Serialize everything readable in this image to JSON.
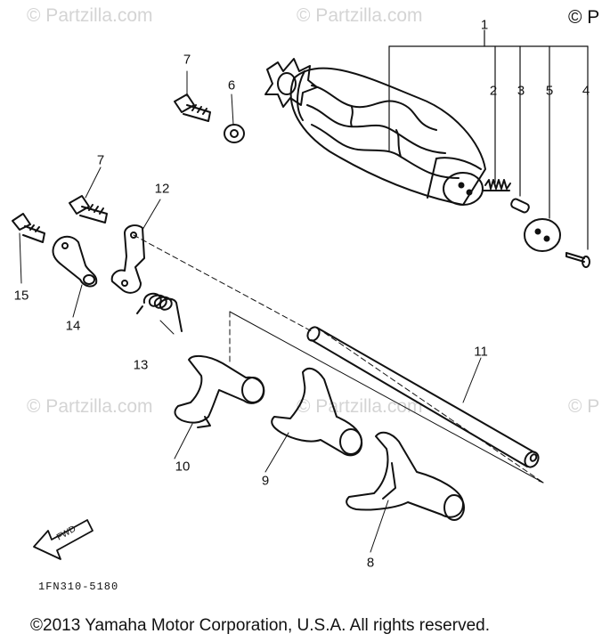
{
  "watermarks": {
    "w1": "© Partzilla.com",
    "w2": "© Partzilla.com",
    "w3": "© P",
    "w4": "© Partzilla.com",
    "w5": "© Partzilla.com",
    "w6": "© P"
  },
  "callouts": {
    "p1": "1",
    "p2": "2",
    "p3": "3",
    "p4": "4",
    "p5": "5",
    "p6": "6",
    "p7a": "7",
    "p7b": "7",
    "p8": "8",
    "p9": "9",
    "p10": "10",
    "p11": "11",
    "p12": "12",
    "p13": "13",
    "p14": "14",
    "p15": "15"
  },
  "fwd_label": "FWD",
  "diagram_code": "1FN310-5180",
  "copyright": "©2013 Yamaha Motor Corporation, U.S.A. All rights reserved."
}
